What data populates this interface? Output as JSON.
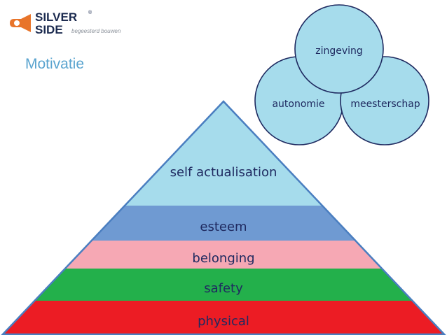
{
  "logo": {
    "line1": "SILVER",
    "line2": "SIDE",
    "tagline": "begeesterd bouwen",
    "mark": "®",
    "accent_color": "#e8742a",
    "icon": "megaphone-icon"
  },
  "slide_title": "Motivatie",
  "pyramid": {
    "levels": [
      {
        "label": "self actualisation",
        "color": "#a6dcec"
      },
      {
        "label": "esteem",
        "color": "#6f9ad2"
      },
      {
        "label": "belonging",
        "color": "#f6a8b4"
      },
      {
        "label": "safety",
        "color": "#23b04b"
      },
      {
        "label": "physical",
        "color": "#ec1c24"
      }
    ],
    "outline_color": "#4a7ec0"
  },
  "venn": {
    "circles": [
      {
        "label": "zingeving",
        "color": "#a6dcec"
      },
      {
        "label": "autonomie",
        "color": "#a6dcec"
      },
      {
        "label": "meesterschap",
        "color": "#a6dcec"
      }
    ],
    "outline_color": "#1f2a60"
  }
}
